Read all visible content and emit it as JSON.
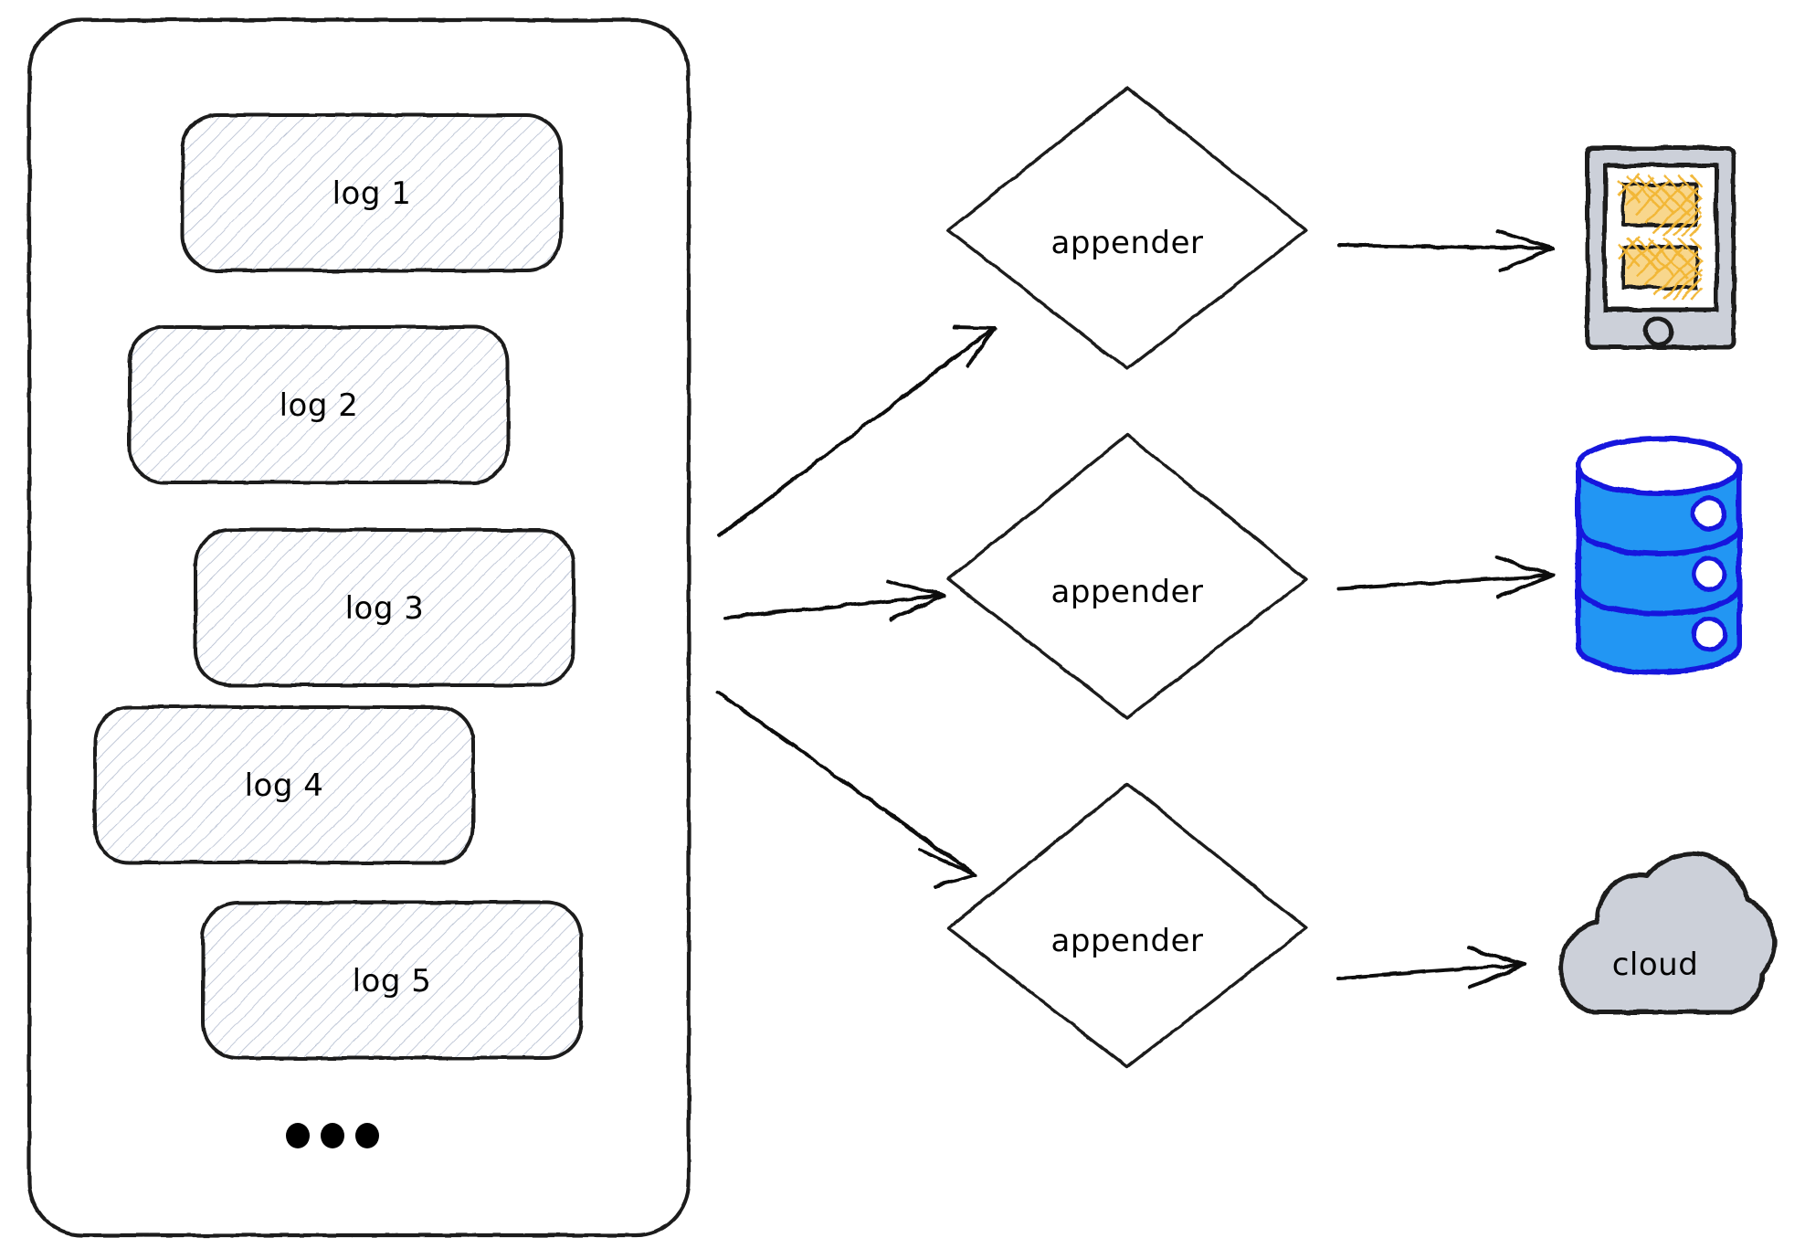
{
  "diagram": {
    "title": "Logging appenders fan-out diagram",
    "style": "hand-drawn sketch",
    "background_color": "#ffffff",
    "stroke_color": "#1a1a1a"
  },
  "log_container": {
    "name": "log-container",
    "shape": "rounded-rectangle",
    "fill": "#ffffff",
    "stroke": "#1a1a1a"
  },
  "logs": [
    {
      "label": "log 1",
      "fill": "#fbfbfc",
      "hatch_color": "#aeb8cc"
    },
    {
      "label": "log 2",
      "fill": "#fbfbfc",
      "hatch_color": "#aeb8cc"
    },
    {
      "label": "log 3",
      "fill": "#fbfbfc",
      "hatch_color": "#aeb8cc"
    },
    {
      "label": "log 4",
      "fill": "#fbfbfc",
      "hatch_color": "#aeb8cc"
    },
    {
      "label": "log 5",
      "fill": "#fbfbfc",
      "hatch_color": "#aeb8cc"
    }
  ],
  "ellipsis": {
    "label": "...",
    "dot_count": 3,
    "color": "#000000"
  },
  "appenders": [
    {
      "label": "appender",
      "shape": "diamond",
      "fill": "#ffffff",
      "stroke": "#1a1a1a"
    },
    {
      "label": "appender",
      "shape": "diamond",
      "fill": "#ffffff",
      "stroke": "#1a1a1a"
    },
    {
      "label": "appender",
      "shape": "diamond",
      "fill": "#ffffff",
      "stroke": "#1a1a1a"
    }
  ],
  "targets": [
    {
      "icon": "mobile-phone-icon",
      "label": "",
      "body_fill": "#ccd0d9",
      "screen_fill": "#ffffff",
      "content_fill": "#f2b632",
      "stroke": "#1a1a1a"
    },
    {
      "icon": "database-icon",
      "label": "",
      "body_fill": "#2196f3",
      "stroke": "#1515dd",
      "hole_fill": "#ffffff"
    },
    {
      "icon": "cloud-icon",
      "label": "cloud",
      "body_fill": "#ccd0d9",
      "stroke": "#1a1a1a"
    }
  ],
  "arrows": [
    {
      "name": "logs-to-appender-1",
      "from": "log-container",
      "to": "appender-1",
      "head": "open-v"
    },
    {
      "name": "logs-to-appender-2",
      "from": "log-container",
      "to": "appender-2",
      "head": "open-v"
    },
    {
      "name": "logs-to-appender-3",
      "from": "log-container",
      "to": "appender-3",
      "head": "open-v"
    },
    {
      "name": "appender-1-to-phone",
      "from": "appender-1",
      "to": "mobile-phone-icon",
      "head": "open-v"
    },
    {
      "name": "appender-2-to-database",
      "from": "appender-2",
      "to": "database-icon",
      "head": "open-v"
    },
    {
      "name": "appender-3-to-cloud",
      "from": "appender-3",
      "to": "cloud-icon",
      "head": "open-v"
    }
  ]
}
